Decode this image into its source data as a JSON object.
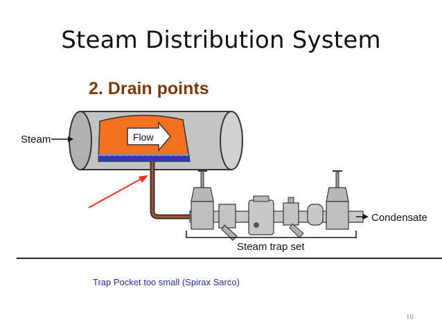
{
  "slide": {
    "title": "Steam Distribution System",
    "subtitle": "2. Drain points",
    "caption": "Trap Pocket too small (Spirax Sarco)",
    "page_number": "16"
  },
  "diagram": {
    "steam_label": "Steam",
    "flow_label": "Flow",
    "condensate_label": "Condensate",
    "trap_set_label": "Steam trap set"
  },
  "colors": {
    "pipe": "#bfbfbf",
    "steam_fill": "#f4721f",
    "water": "#2a3fa8",
    "drain_line": "#a8552c",
    "arrow": "#e8321e",
    "subtitle": "#7a3a0a",
    "caption": "#2b2b9a"
  }
}
